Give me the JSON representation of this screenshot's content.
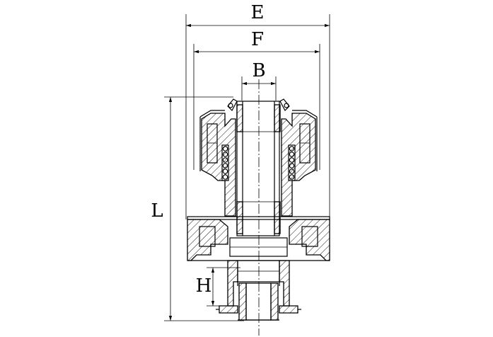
{
  "drawing": {
    "dimensions": {
      "E": "E",
      "F": "F",
      "B": "B",
      "L": "L",
      "H": "H"
    }
  }
}
